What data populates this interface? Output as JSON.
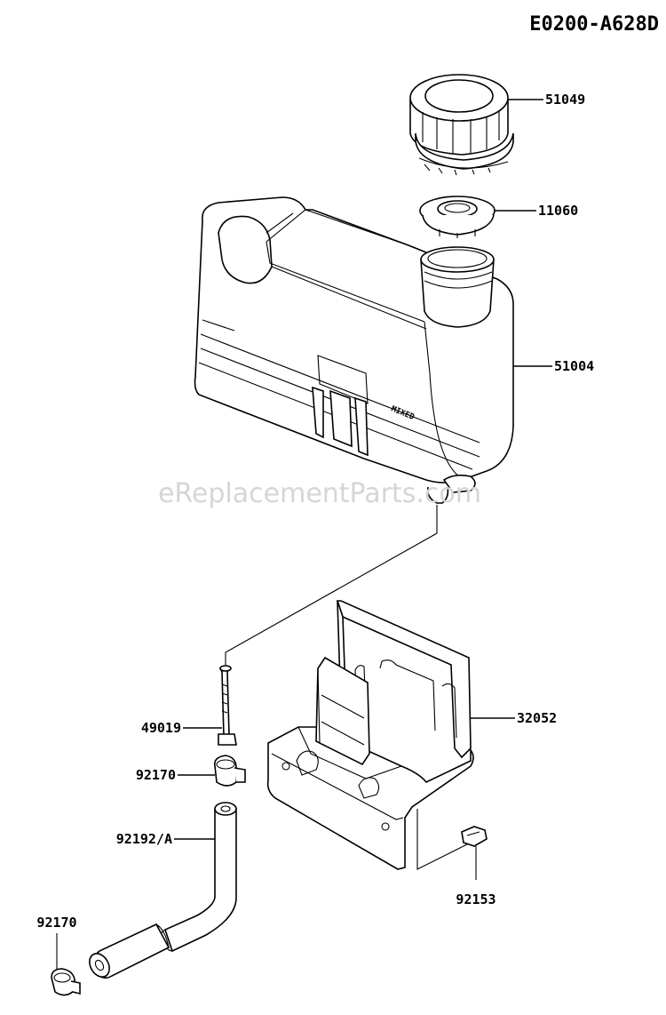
{
  "diagram_code": "E0200-A628D",
  "watermark": "eReplacementParts.com",
  "tank_marking": "MIXED",
  "parts": [
    {
      "id": "cap",
      "number": "51049"
    },
    {
      "id": "filter",
      "number": "11060"
    },
    {
      "id": "tank",
      "number": "51004"
    },
    {
      "id": "bracket",
      "number": "32052"
    },
    {
      "id": "bolt",
      "number": "49019"
    },
    {
      "id": "clamp-upper",
      "number": "92170"
    },
    {
      "id": "hose",
      "number": "92192/A"
    },
    {
      "id": "screw",
      "number": "92153"
    },
    {
      "id": "clamp-lower",
      "number": "92170"
    }
  ]
}
